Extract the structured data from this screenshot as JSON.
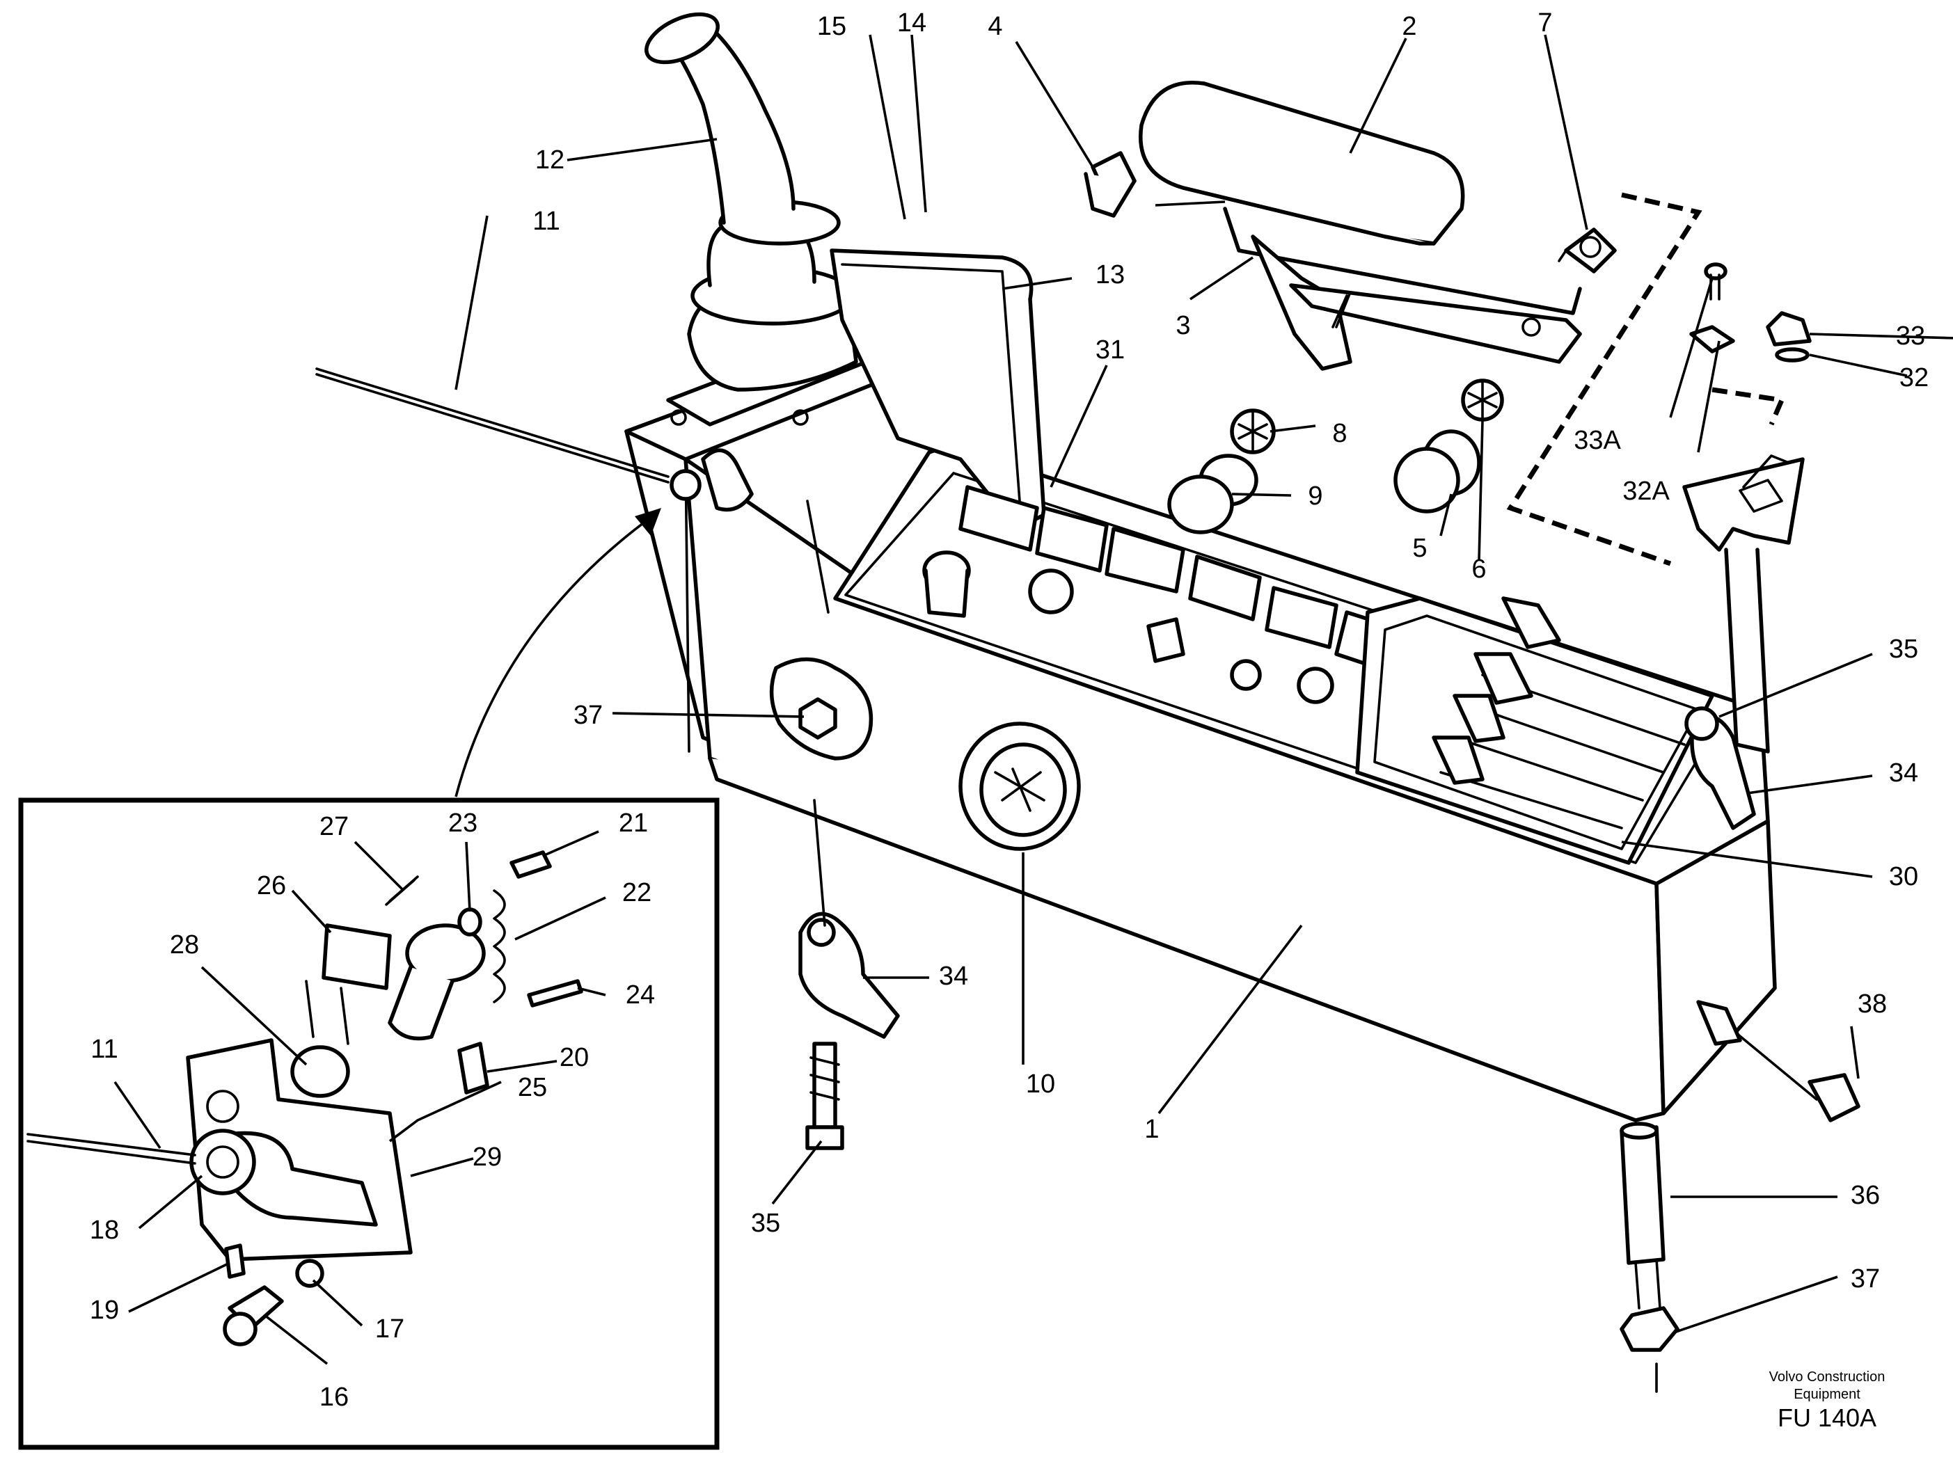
{
  "labels": {
    "l1": "1",
    "l2": "2",
    "l3": "3",
    "l4": "4",
    "l5": "5",
    "l6": "6",
    "l7": "7",
    "l8": "8",
    "l9": "9",
    "l10": "10",
    "l11": "11",
    "l11b": "11",
    "l12": "12",
    "l13": "13",
    "l14": "14",
    "l15": "15",
    "l16": "16",
    "l17": "17",
    "l18": "18",
    "l19": "19",
    "l20": "20",
    "l21": "21",
    "l22": "22",
    "l23": "23",
    "l24": "24",
    "l25": "25",
    "l26": "26",
    "l27": "27",
    "l28": "28",
    "l29": "29",
    "l30": "30",
    "l31": "31",
    "l32": "32",
    "l32a": "32A",
    "l33": "33",
    "l33a": "33A",
    "l34": "34",
    "l34b": "34",
    "l35": "35",
    "l35b": "35",
    "l36": "36",
    "l37": "37",
    "l37b": "37",
    "l38": "38"
  },
  "footer": {
    "credit_line1": "Volvo Construction",
    "credit_line2": "Equipment",
    "code": "FU 140A"
  }
}
